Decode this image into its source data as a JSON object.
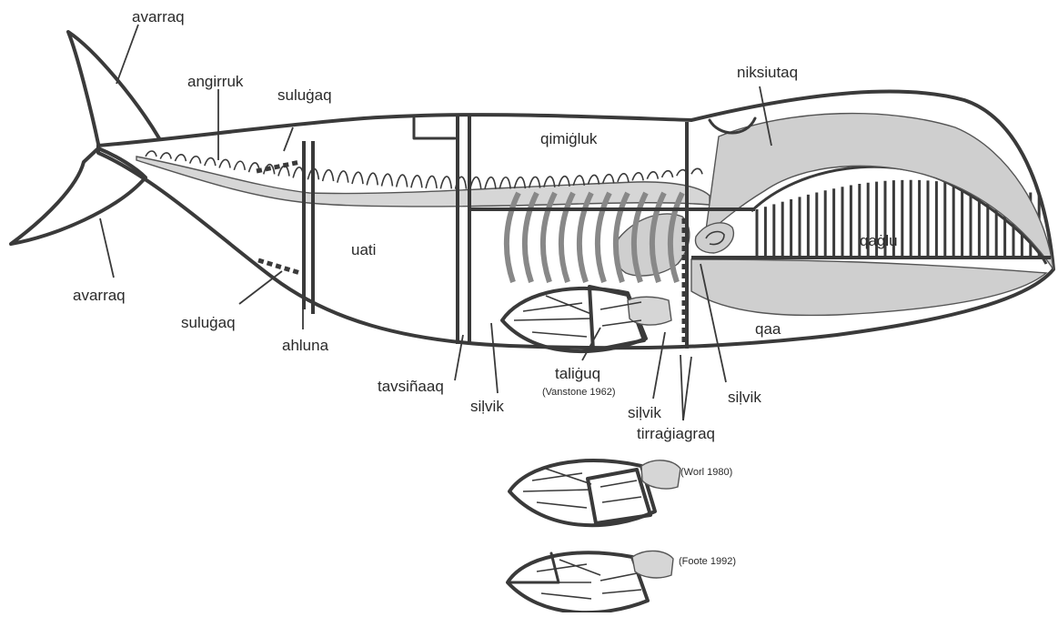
{
  "labels": {
    "avarraq_top": "avarraq",
    "avarraq_bottom": "avarraq",
    "angirruk": "angirruk",
    "suluqaq_top": "suluġaq",
    "suluqaq_bottom": "suluġaq",
    "qimigluk": "qimiġluk",
    "niksiutaq": "niksiutaq",
    "uati": "uati",
    "qaglu": "qaġlu",
    "qaa": "qaa",
    "ahluna": "ahluna",
    "tavsinaaq": "tavsiñaaq",
    "silvik_1": "siḷvik",
    "taliguq": "taliġuq",
    "vanstone": "(Vanstone 1962)",
    "silvik_2": "siḷvik",
    "tirragiagraq": "tirraġiagraq",
    "silvik_3": "siḷvik",
    "worl": "(Worl 1980)",
    "foote": "(Foote 1992)"
  },
  "colors": {
    "outline": "#3a3a3a",
    "bone_fill": "#d6d6d6",
    "background": "#ffffff"
  }
}
